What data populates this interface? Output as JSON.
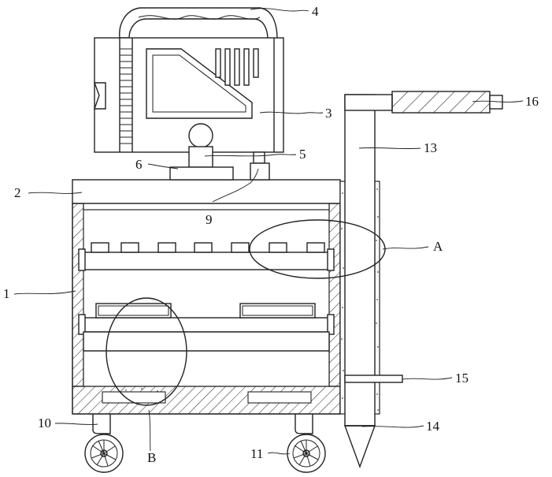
{
  "figure": {
    "labels": {
      "l1": "1",
      "l2": "2",
      "l3": "3",
      "l4": "4",
      "l5": "5",
      "l6": "6",
      "l9": "9",
      "l10": "10",
      "l11": "11",
      "l13": "13",
      "l14": "14",
      "l15": "15",
      "l16": "16",
      "lA": "A",
      "lB": "B"
    }
  }
}
